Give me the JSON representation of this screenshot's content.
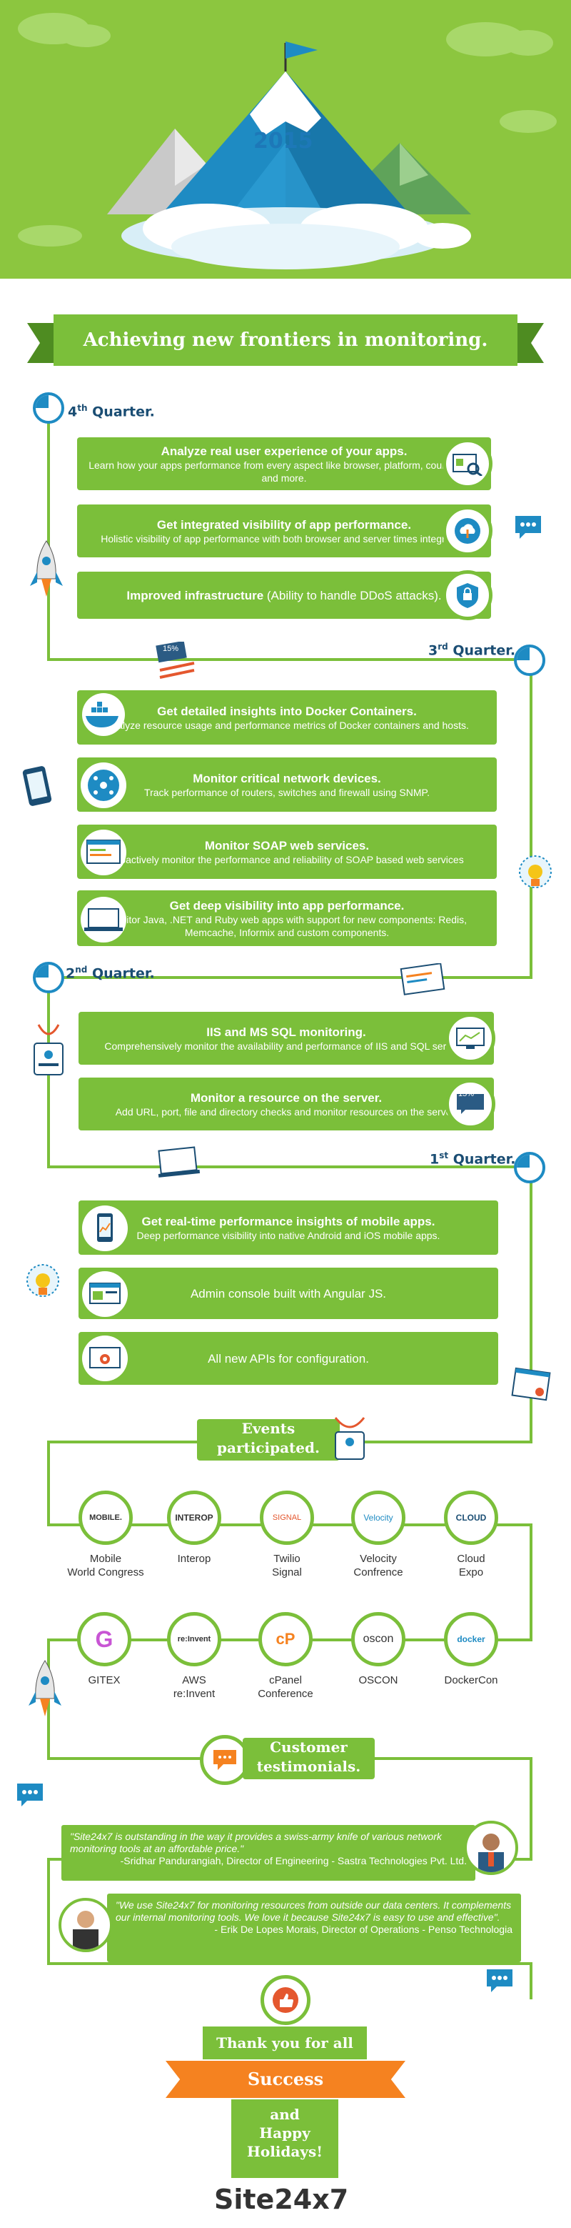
{
  "hero": {
    "year": "2015"
  },
  "banner": {
    "title": "Achieving new frontiers in monitoring."
  },
  "quarters": [
    {
      "num": "4",
      "suffix": "th",
      "label": "Quarter."
    },
    {
      "num": "3",
      "suffix": "rd",
      "label": "Quarter."
    },
    {
      "num": "2",
      "suffix": "nd",
      "label": "Quarter."
    },
    {
      "num": "1",
      "suffix": "st",
      "label": "Quarter."
    }
  ],
  "q4": [
    {
      "title": "Analyze real user experience of your apps.",
      "desc": "Learn how your apps performance from every aspect like browser, platform, country, ISP and more."
    },
    {
      "title": "Get integrated visibility of app performance.",
      "desc": "Holistic visibility of app performance with both browser and server times integrated."
    },
    {
      "title": "Improved infrastructure",
      "title_rest": " (Ability to handle DDoS attacks)."
    }
  ],
  "q3": [
    {
      "title": "Get detailed insights into Docker Containers.",
      "desc": "Analyze resource usage and performance metrics of Docker containers and hosts."
    },
    {
      "title": "Monitor critical network devices.",
      "desc": "Track performance of routers, switches and firewall using SNMP."
    },
    {
      "title": "Monitor SOAP web services.",
      "desc": "Proactively monitor the performance and reliability of SOAP based web services"
    },
    {
      "title": "Get deep visibility into app performance.",
      "desc": "Monitor Java, .NET and Ruby web apps with support for new components: Redis, Memcache, Informix and custom components."
    }
  ],
  "q2": [
    {
      "title": "IIS and MS SQL monitoring.",
      "desc": "Comprehensively monitor the availability and performance of IIS and SQL servers."
    },
    {
      "title": "Monitor a resource on the server.",
      "desc": "Add URL, port, file and directory checks and monitor resources on the server."
    }
  ],
  "q1": [
    {
      "title": "Get real-time performance insights of mobile apps.",
      "desc": "Deep performance visibility into native Android and iOS mobile apps."
    },
    {
      "title": "Admin console built with Angular JS."
    },
    {
      "title": "All new APIs for configuration."
    }
  ],
  "badges": {
    "percent": "15%"
  },
  "events": {
    "title_line1": "Events",
    "title_line2": "participated.",
    "row1": [
      {
        "name": "Mobile\nWorld Congress",
        "logo": "MOBILE."
      },
      {
        "name": "Interop",
        "logo": "INTEROP"
      },
      {
        "name": "Twilio\nSignal",
        "logo": "SIGNAL"
      },
      {
        "name": "Velocity\nConfrence",
        "logo": "Velocity"
      },
      {
        "name": "Cloud\nExpo",
        "logo": "CLOUD"
      }
    ],
    "row2": [
      {
        "name": "GITEX",
        "logo": "G"
      },
      {
        "name": "AWS\nre:Invent",
        "logo": "re:Invent"
      },
      {
        "name": "cPanel\nConference",
        "logo": "cP"
      },
      {
        "name": "OSCON",
        "logo": "oscon"
      },
      {
        "name": "DockerCon",
        "logo": "docker"
      }
    ]
  },
  "testimonials": {
    "title_line1": "Customer",
    "title_line2": "testimonials.",
    "q1_text": "\"Site24x7 is outstanding in the way it provides a swiss-army knife of various network monitoring tools at an affordable price.\"",
    "q1_author": "-Sridhar Pandurangiah, Director of Engineering - Sastra Technologies Pvt. Ltd.",
    "q2_text": "\"We use Site24x7 for monitoring resources from outside our data centers. It complements our internal monitoring tools. We love it because Site24x7 is easy to use and effective\".",
    "q2_author": "- Erik De Lopes Morais, Director of Operations - Penso Technologia"
  },
  "closing": {
    "line1": "Thank you for all the",
    "success": "Success",
    "line2": "and",
    "line3": "Happy",
    "line4": "Holidays!",
    "brand": "Site24x7"
  },
  "colors": {
    "green": "#7bbf3a",
    "blue": "#1e8bc3",
    "orange": "#f58220",
    "navy": "#1a4d73"
  }
}
